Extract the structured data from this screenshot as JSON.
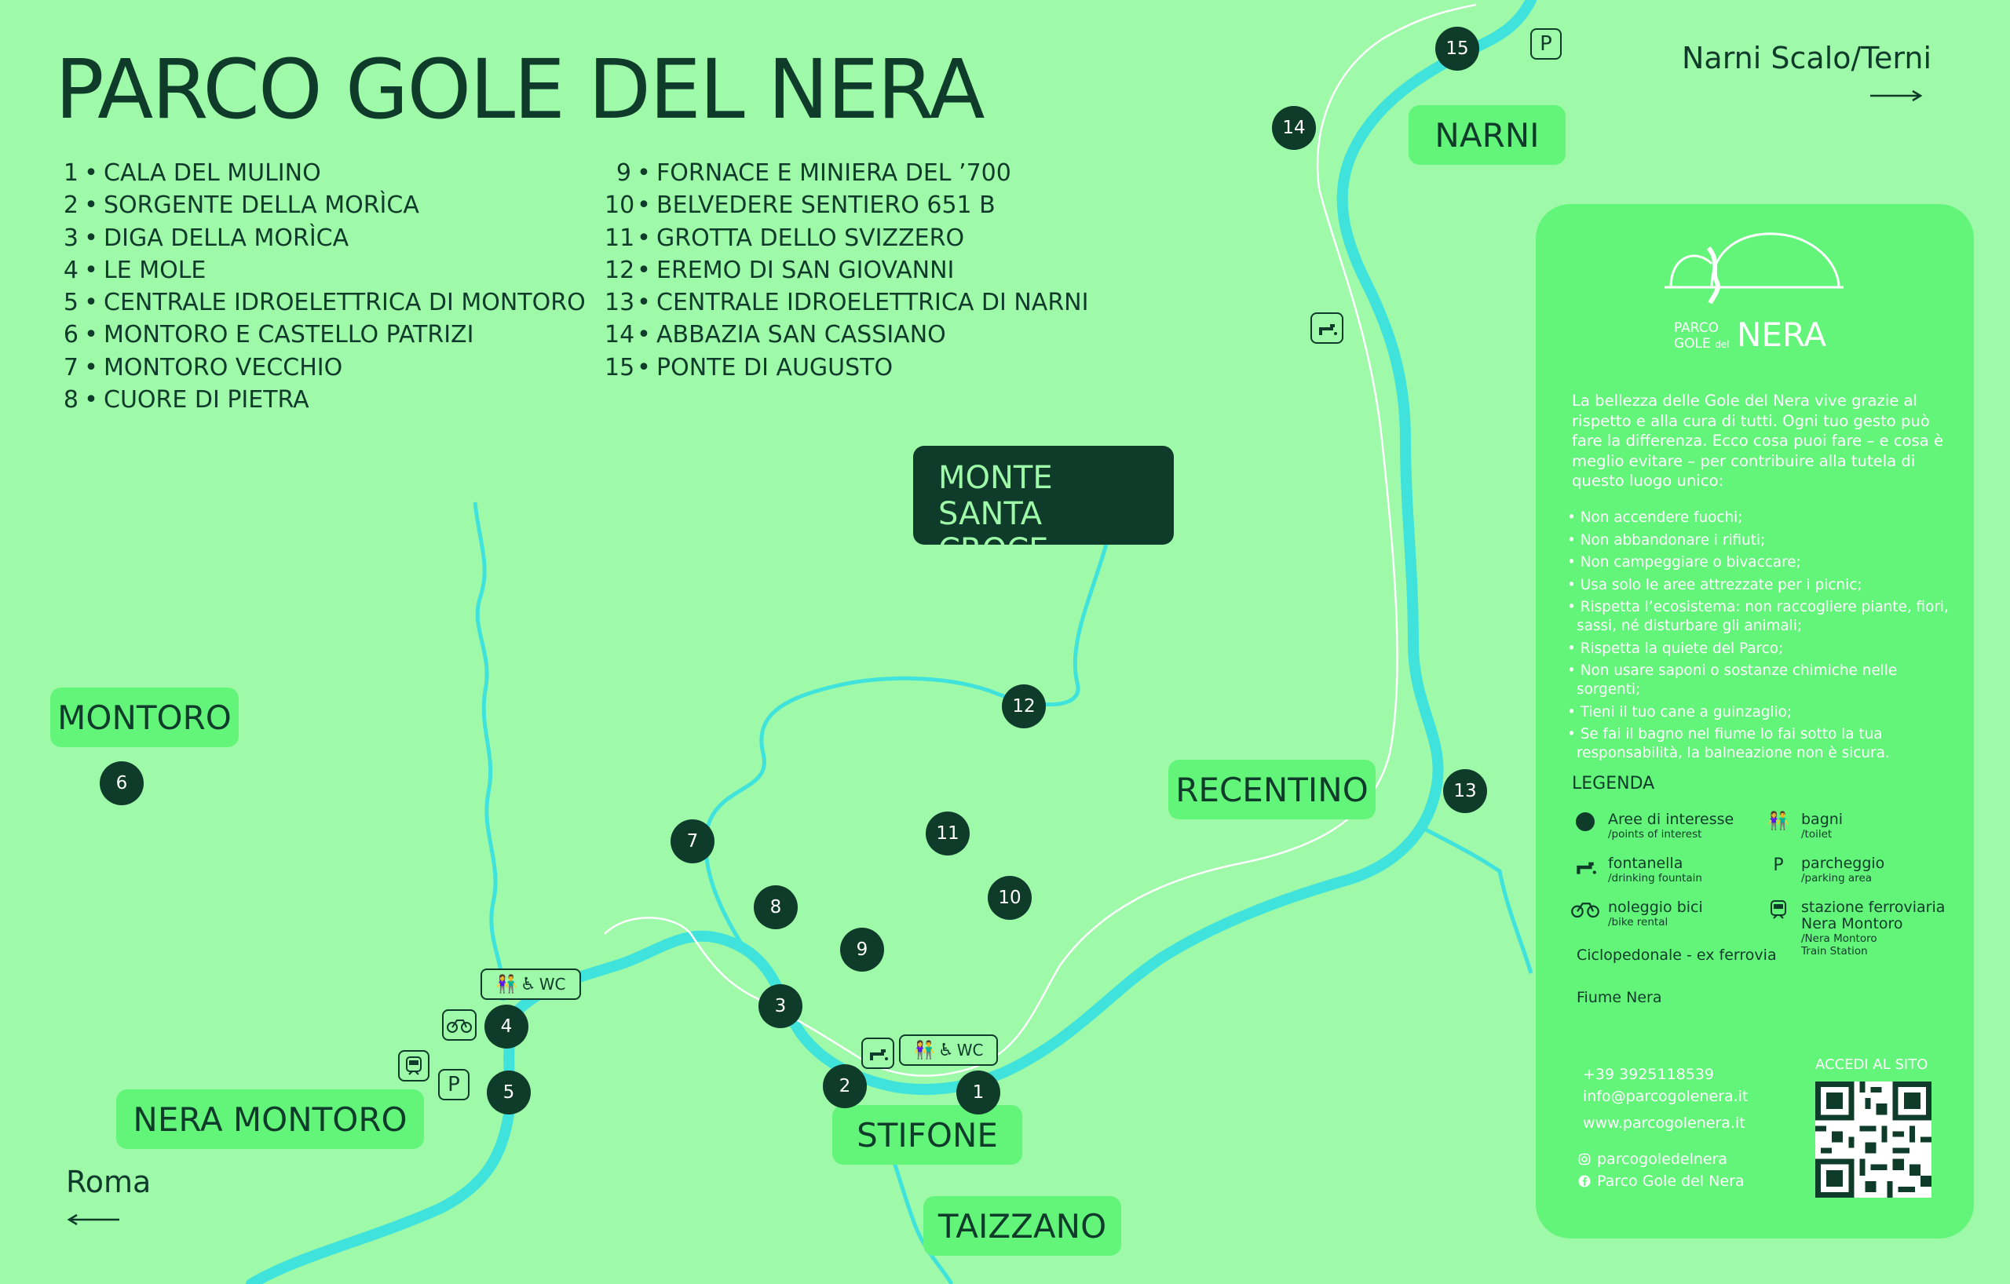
{
  "title": "PARCO GOLE DEL NERA",
  "poi_left": [
    {
      "num": "1",
      "name": "CALA DEL MULINO"
    },
    {
      "num": "2",
      "name": "SORGENTE DELLA MORÌCA"
    },
    {
      "num": "3",
      "name": "DIGA DELLA MORÌCA"
    },
    {
      "num": "4",
      "name": "LE MOLE"
    },
    {
      "num": "5",
      "name": "CENTRALE IDROELETTRICA DI MONTORO"
    },
    {
      "num": "6",
      "name": "MONTORO E CASTELLO PATRIZI"
    },
    {
      "num": "7",
      "name": "MONTORO VECCHIO"
    },
    {
      "num": "8",
      "name": "CUORE DI PIETRA"
    }
  ],
  "poi_right": [
    {
      "num": "9",
      "name": "FORNACE E MINIERA DEL ’700"
    },
    {
      "num": "10",
      "name": "BELVEDERE SENTIERO 651 B"
    },
    {
      "num": "11",
      "name": "GROTTA DELLO SVIZZERO"
    },
    {
      "num": "12",
      "name": "EREMO DI SAN GIOVANNI"
    },
    {
      "num": "13",
      "name": "CENTRALE IDROELETTRICA DI NARNI"
    },
    {
      "num": "14",
      "name": "ABBAZIA SAN CASSIANO"
    },
    {
      "num": "15",
      "name": "PONTE DI AUGUSTO"
    }
  ],
  "places": {
    "narni": "NARNI",
    "monte_line1": "MONTE",
    "monte_line2": "SANTA CROCE",
    "montoro": "MONTORO",
    "recentino": "RECENTINO",
    "nera_montoro": "NERA MONTORO",
    "stifone": "STIFONE",
    "taizzano": "TAIZZANO"
  },
  "directions": {
    "east": "Narni Scalo/Terni",
    "west": "Roma"
  },
  "markers": [
    "1",
    "2",
    "3",
    "4",
    "5",
    "6",
    "7",
    "8",
    "9",
    "10",
    "11",
    "12",
    "13",
    "14",
    "15"
  ],
  "amenities": {
    "parking_letter": "P",
    "wc_label": "WC"
  },
  "panel": {
    "logo_line1": "PARCO",
    "logo_line2": "GOLE",
    "logo_del": "del",
    "logo_big": "NERA",
    "intro": "La bellezza delle Gole del Nera vive grazie al rispetto e alla cura di tutti. Ogni tuo gesto può fare la differenza. Ecco cosa puoi fare – e cosa è meglio evitare – per contribuire alla tutela di questo luogo unico:",
    "rules": [
      "Non accendere fuochi;",
      "Non abbandonare i rifiuti;",
      "Non campeggiare o bivaccare;",
      "Usa solo le aree attrezzate per i picnic;",
      "Rispetta l’ecosistema: non raccogliere piante, fiori, sassi, né disturbare gli animali;",
      "Rispetta la quiete del Parco;",
      "Non usare saponi o sostanze chimiche nelle sorgenti;",
      "Tieni il tuo cane a guinzaglio;",
      "Se fai il bagno nel fiume lo fai sotto la tua responsabilità, la balneazione non è sicura."
    ],
    "legend_title": "LEGENDA",
    "legend": {
      "poi_label": "Aree di interesse",
      "poi_sub": "/points of interest",
      "wc_label": "bagni",
      "wc_sub": "/toilet",
      "fountain_label": "fontanella",
      "fountain_sub": "/drinking fountain",
      "parking_label": "parcheggio",
      "parking_sub": "/parking area",
      "bike_label": "noleggio bici",
      "bike_sub": "/bike rental",
      "train_label_1": "stazione ferroviaria",
      "train_label_2": "Nera Montoro",
      "train_sub_1": "/Nera Montoro",
      "train_sub_2": "Train Station",
      "cycle_path": "Ciclopedonale - ex ferrovia",
      "river": "Fiume Nera"
    },
    "contacts": {
      "phone": "+39 3925118539",
      "email": "info@parcogolenera.it",
      "web": "www.parcogolenera.it",
      "instagram": "parcogoledelnera",
      "facebook": "Parco Gole del Nera"
    },
    "access_label": "ACCEDI AL SITO"
  },
  "colors": {
    "background": "#9ef9a8",
    "dark": "#0f3b2a",
    "label_bg": "#63f57a",
    "river": "#3fe3dc",
    "path": "#ffffff"
  }
}
